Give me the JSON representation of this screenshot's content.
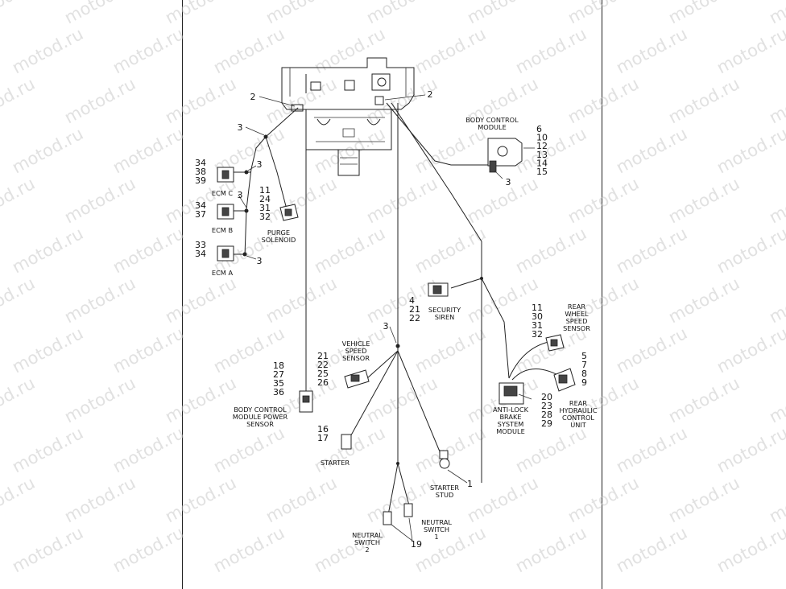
{
  "watermark": "motod.ru",
  "components": {
    "body_control_module": [
      "BODY CONTROL",
      "MODULE"
    ],
    "ecm_c": "ECM C",
    "ecm_b": "ECM B",
    "ecm_a": "ECM A",
    "purge_solenoid": [
      "PURGE",
      "SOLENOID"
    ],
    "security_siren": [
      "SECURITY",
      "SIREN"
    ],
    "rear_wheel_speed_sensor": [
      "REAR",
      "WHEEL",
      "SPEED",
      "SENSOR"
    ],
    "vehicle_speed_sensor": [
      "VEHICLE",
      "SPEED",
      "SENSOR"
    ],
    "anti_lock_brake_system_module": [
      "ANTI-LOCK",
      "BRAKE",
      "SYSTEM",
      "MODULE"
    ],
    "rear_hydraulic_control_unit": [
      "REAR",
      "HYDRAULIC",
      "CONTROL",
      "UNIT"
    ],
    "body_control_module_power_sensor": [
      "BODY CONTROL",
      "MODULE POWER",
      "SENSOR"
    ],
    "starter": "STARTER",
    "starter_stud": [
      "STARTER",
      "STUD"
    ],
    "neutral_switch_1": [
      "NEUTRAL",
      "SWITCH",
      "1"
    ],
    "neutral_switch_2": [
      "NEUTRAL",
      "SWITCH",
      "2"
    ]
  },
  "callouts": {
    "mount_left": "2",
    "mount_right": "2",
    "tie_top_left": "3",
    "tie_ecm_c": "3",
    "tie_ecm_b": "3",
    "tie_ecm_a": "3",
    "tie_bcm": "3",
    "tie_center": "3",
    "bcm_refs": [
      "6",
      "10",
      "12",
      "13",
      "14",
      "15"
    ],
    "ecm_c_refs": [
      "34",
      "38",
      "39"
    ],
    "ecm_b_refs": [
      "34",
      "37"
    ],
    "ecm_a_refs": [
      "33",
      "34"
    ],
    "purge_refs": [
      "11",
      "24",
      "31",
      "32"
    ],
    "siren_refs": [
      "4",
      "21",
      "22"
    ],
    "rear_wheel_refs": [
      "11",
      "30",
      "31",
      "32"
    ],
    "vss_refs": [
      "21",
      "22",
      "25",
      "26"
    ],
    "hcu_refs": [
      "5",
      "7",
      "8",
      "9"
    ],
    "abs_refs": [
      "20",
      "23",
      "28",
      "29"
    ],
    "power_sensor_refs": [
      "18",
      "27",
      "35",
      "36"
    ],
    "starter_refs": [
      "16",
      "17"
    ],
    "starter_stud_ref": "1",
    "neutral_ref": "19"
  }
}
